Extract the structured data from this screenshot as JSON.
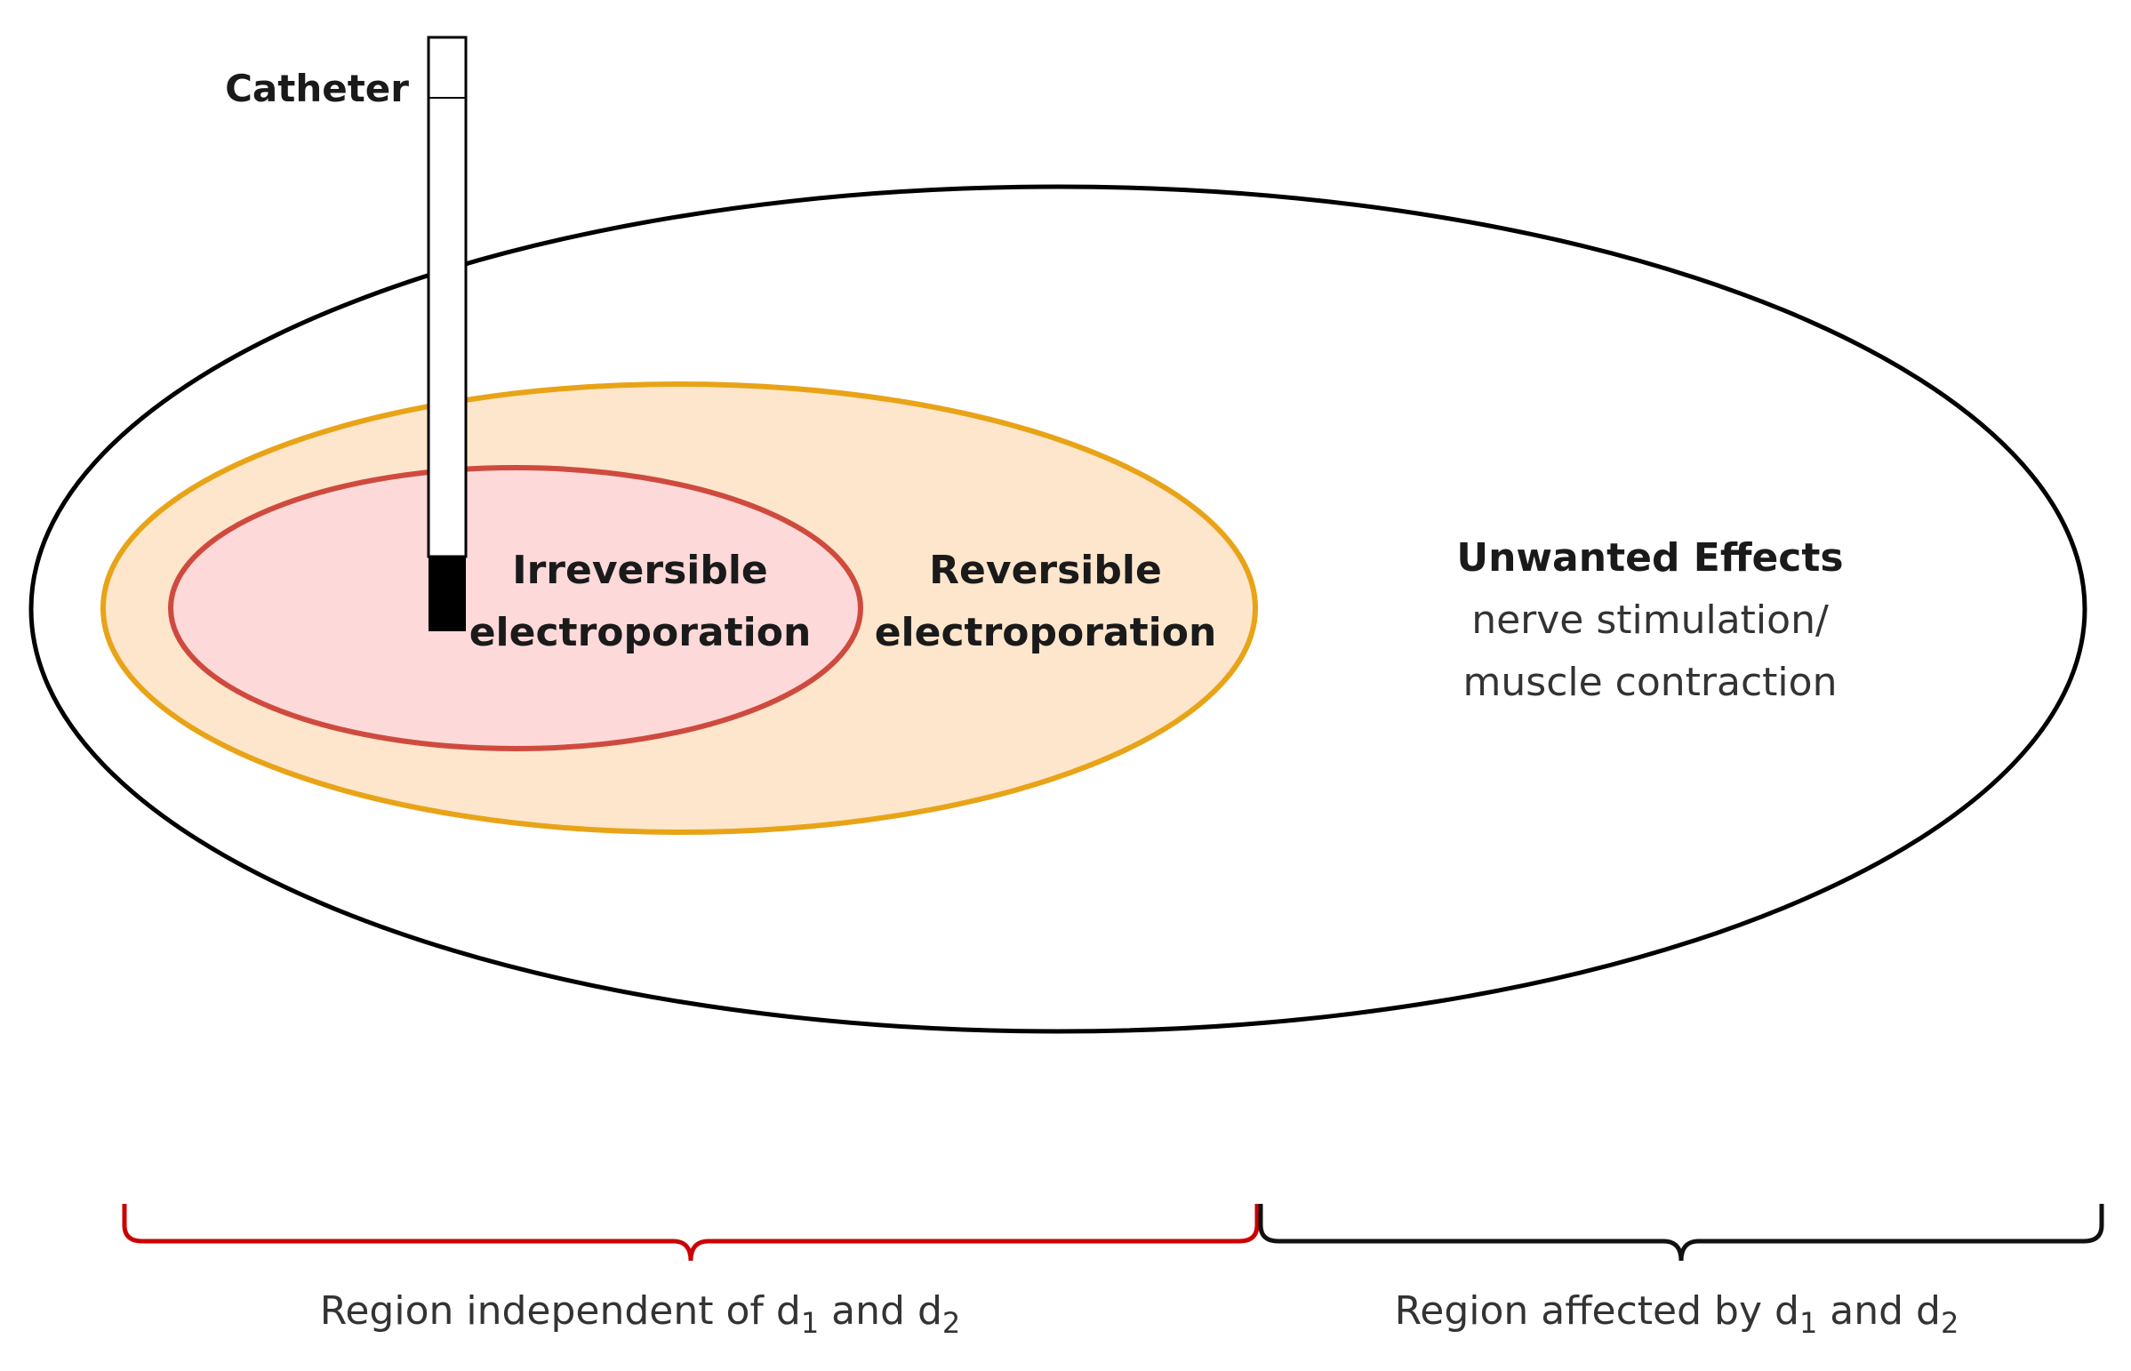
{
  "labels": {
    "catheter": "Catheter",
    "irreversible_line1": "Irreversible",
    "irreversible_line2": "electroporation",
    "reversible_line1": "Reversible",
    "reversible_line2": "electroporation",
    "unwanted_title": "Unwanted Effects",
    "unwanted_line1": "nerve stimulation/",
    "unwanted_line2": "muscle contraction"
  },
  "regions": {
    "left": {
      "prefix": "Region independent of d",
      "sub1": "1",
      "mid": " and d",
      "sub2": "2"
    },
    "right": {
      "prefix": "Region affected by d",
      "sub1": "1",
      "mid": " and d",
      "sub2": "2"
    }
  },
  "colors": {
    "outer_stroke": "#000000",
    "reversible_fill": "#fde6cc",
    "reversible_stroke": "#e8a317",
    "irreversible_fill": "#fdd9d9",
    "irreversible_stroke": "#cf4a3e",
    "left_brace": "#cc0000",
    "right_brace": "#111111",
    "catheter_tip": "#000000"
  }
}
